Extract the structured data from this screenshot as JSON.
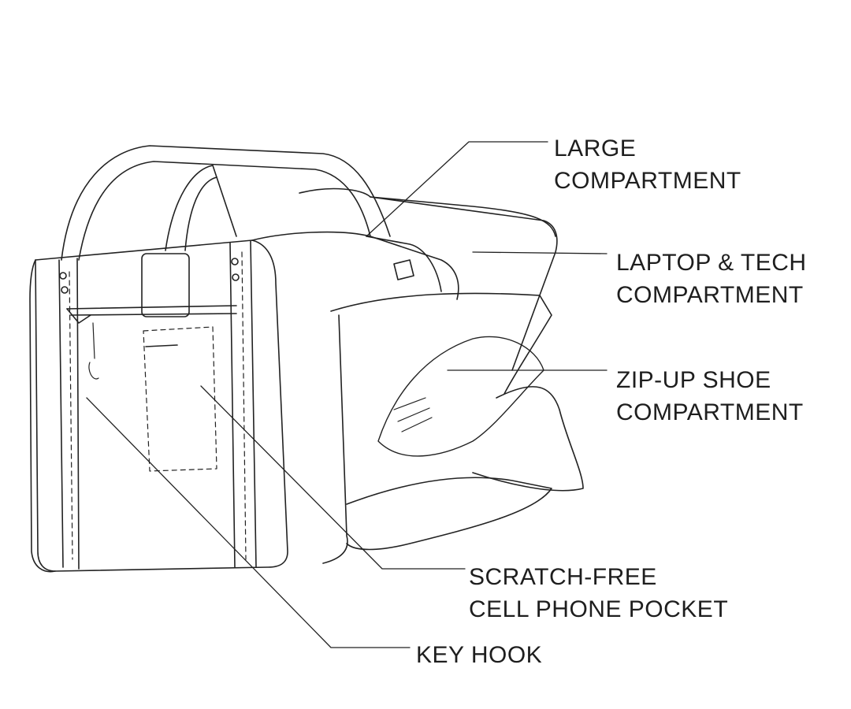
{
  "labels": {
    "large_compartment": [
      "LARGE",
      "COMPARTMENT"
    ],
    "laptop_tech": [
      "LAPTOP & TECH",
      "COMPARTMENT"
    ],
    "shoe": [
      "ZIP-UP SHOE",
      "COMPARTMENT"
    ],
    "phone_pocket": [
      "SCRATCH-FREE",
      "CELL PHONE POCKET"
    ],
    "key_hook": [
      "KEY HOOK"
    ]
  },
  "colors": {
    "ink": "#1e1e1e",
    "background": "#ffffff"
  }
}
